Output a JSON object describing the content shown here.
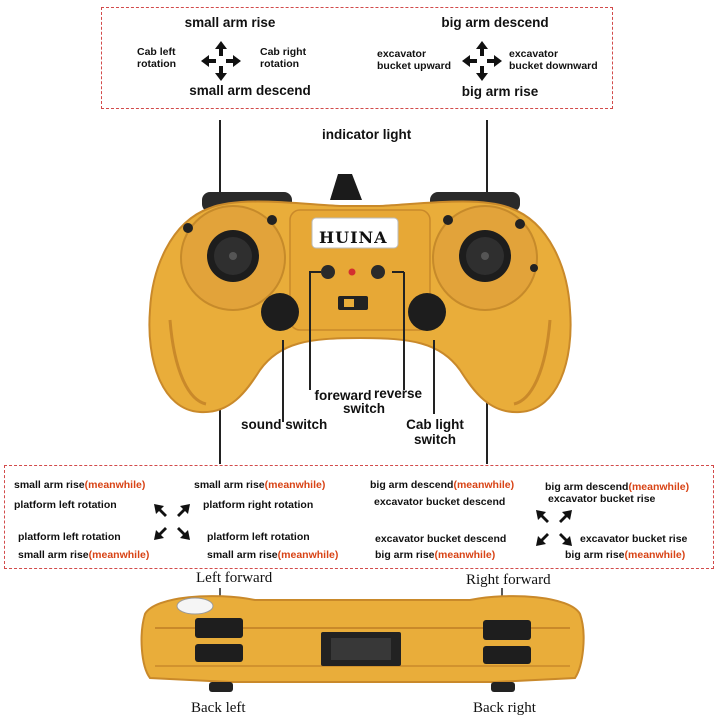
{
  "top_left": {
    "up": "small arm rise",
    "left": [
      "Cab left",
      "rotation"
    ],
    "right": [
      "Cab right",
      "rotation"
    ],
    "down": "small arm descend"
  },
  "top_right": {
    "up": "big arm descend",
    "left": [
      "excavator",
      "bucket upward"
    ],
    "right": [
      "excavator",
      "bucket downward"
    ],
    "down": "big arm rise"
  },
  "controller": {
    "brand": "HUINA",
    "indicator_light": "indicator light",
    "foreward_switch": "foreward",
    "switch_word": "switch",
    "reverse": "reverse",
    "sound_switch": "sound switch",
    "cab_light": "Cab light",
    "cab_light_switch": "switch"
  },
  "bottom_left": {
    "tl": {
      "text": "small arm rise",
      "suffix": "(meanwhile)",
      "line2": "platform left rotation"
    },
    "tr": {
      "text": "small arm rise",
      "suffix": "(meanwhile)",
      "line2": "platform right rotation"
    },
    "bl": {
      "line1": "platform left rotation",
      "text": "small arm rise",
      "suffix": "(meanwhile)"
    },
    "br": {
      "line1": "platform left rotation",
      "text": "small arm rise",
      "suffix": "(meanwhile)"
    }
  },
  "bottom_right": {
    "tl": {
      "text": "big arm descend",
      "suffix": "(meanwhile)",
      "line2": "excavator bucket descend"
    },
    "tr": {
      "text": "big arm descend",
      "suffix": "(meanwhile)",
      "line2": "excavator bucket rise"
    },
    "bl": {
      "line1": "excavator bucket descend",
      "text": "big arm rise",
      "suffix": "(meanwhile)"
    },
    "br": {
      "line1": "excavator bucket rise",
      "text": "big arm rise",
      "suffix": "(meanwhile)"
    }
  },
  "triggers": {
    "left_forward": "Left forward",
    "right_forward": "Right forward",
    "back_left": "Back left",
    "back_right": "Back right"
  },
  "colors": {
    "body": "#e9ad3a",
    "body_dark": "#c9892a",
    "box_border": "#d24a4a",
    "meanwhile": "#d84315"
  }
}
